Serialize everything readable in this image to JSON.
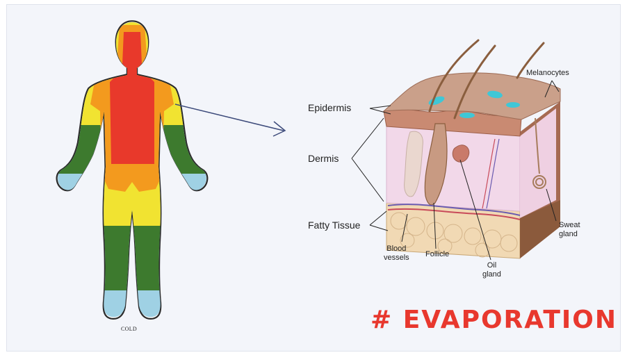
{
  "body_figure": {
    "caption": "COLD",
    "colors": {
      "core": "#e8392b",
      "warm": "#f39a1e",
      "mild": "#f1e331",
      "cool": "#3d7a2e",
      "cold": "#9fd1e4",
      "outline": "#2b2b2b"
    }
  },
  "skin_diagram": {
    "labels": {
      "epidermis": "Epidermis",
      "dermis": "Dermis",
      "fatty_tissue": "Fatty Tissue",
      "melanocytes": "Melanocytes",
      "sweat_gland_line1": "Sweat",
      "sweat_gland_line2": "gland",
      "blood_vessels_line1": "Blood",
      "blood_vessels_line2": "vessels",
      "follicle": "Follicle",
      "oil_gland_line1": "Oil",
      "oil_gland_line2": "gland"
    }
  },
  "headline": {
    "text": "# EVAPORATION",
    "color": "#e8382e"
  }
}
